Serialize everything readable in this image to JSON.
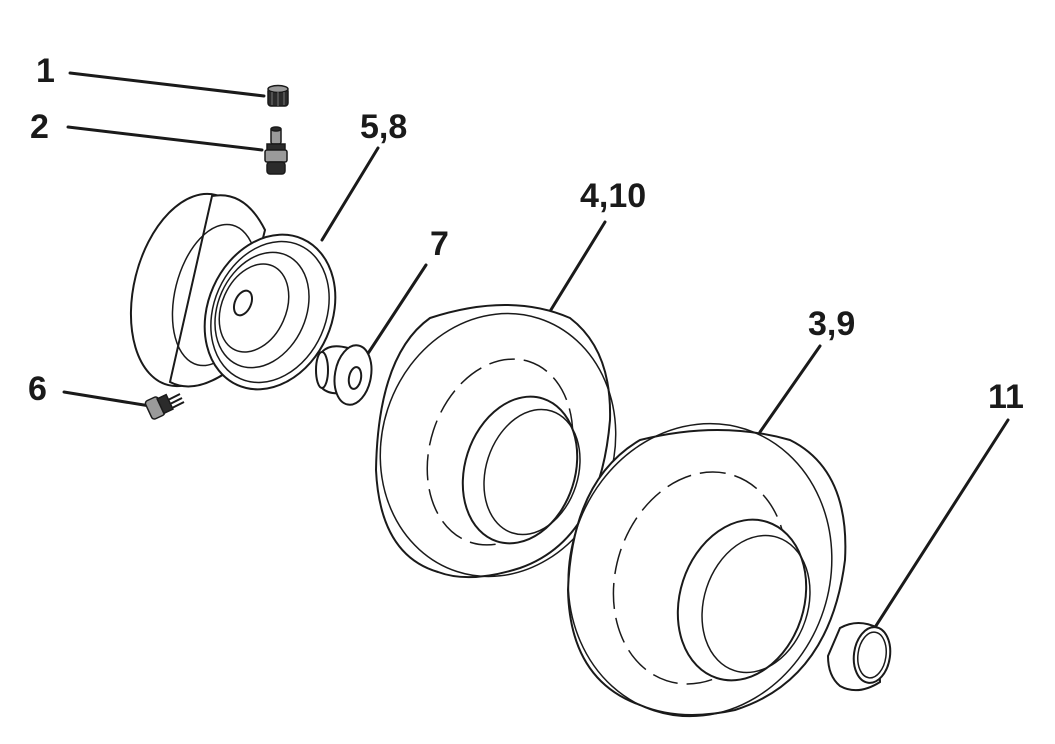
{
  "colors": {
    "ink": "#1a1a1a",
    "background": "#ffffff"
  },
  "callouts": [
    {
      "id": "1",
      "label": "1",
      "part": "valve-cap"
    },
    {
      "id": "2",
      "label": "2",
      "part": "valve-stem"
    },
    {
      "id": "5-8",
      "label": "5,8",
      "part": "wheel-rim"
    },
    {
      "id": "7",
      "label": "7",
      "part": "bushing"
    },
    {
      "id": "6",
      "label": "6",
      "part": "grease-fitting"
    },
    {
      "id": "4-10",
      "label": "4,10",
      "part": "front-tire"
    },
    {
      "id": "3-9",
      "label": "3,9",
      "part": "rear-tire"
    },
    {
      "id": "11",
      "label": "11",
      "part": "hub-cap"
    }
  ]
}
